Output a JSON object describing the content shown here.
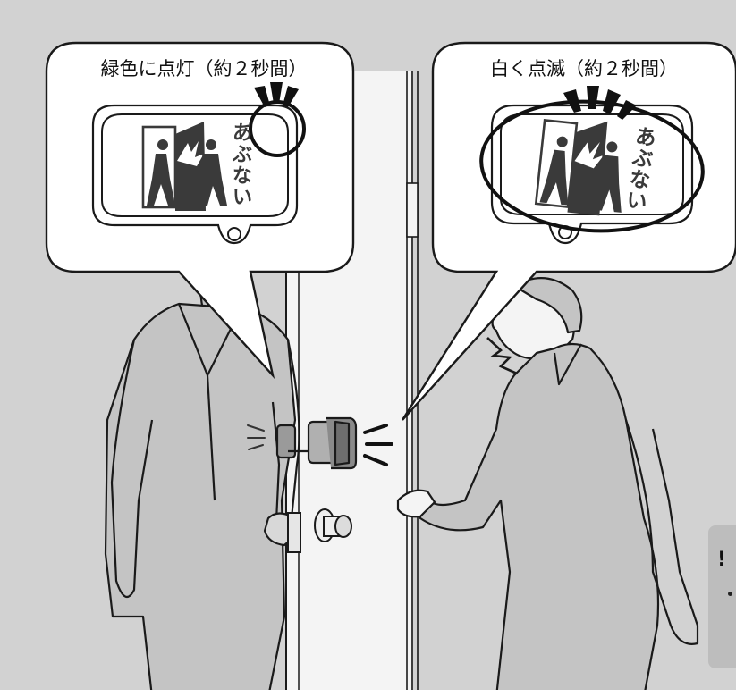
{
  "bubbles": {
    "left": {
      "caption": "緑色に点灯（約２秒間）",
      "sign_text": [
        "あ",
        "ぶ",
        "な",
        "い"
      ]
    },
    "right": {
      "caption": "白く点滅（約２秒間）",
      "sign_text": [
        "あ",
        "ぶ",
        "な",
        "い"
      ]
    }
  },
  "side_note": {
    "mark": "!"
  },
  "colors": {
    "background": "#d2d2d2",
    "wall": "#f4f4f4",
    "figure_fill": "#c4c4c4",
    "outline": "#1a1a1a",
    "bubble_fill": "#ffffff"
  }
}
